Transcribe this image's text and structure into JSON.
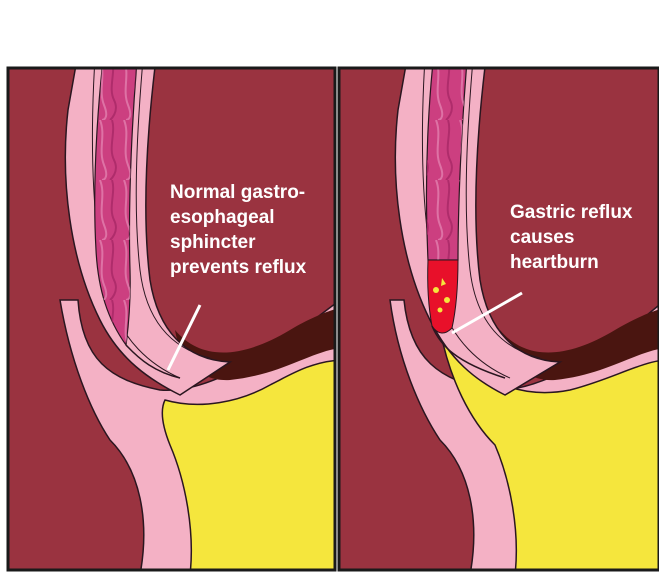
{
  "panels": [
    {
      "id": "normal",
      "label_lines": [
        "Normal gastro-",
        "esophageal",
        "sphincter",
        "prevents reflux"
      ]
    },
    {
      "id": "reflux",
      "label_lines": [
        "Gastric reflux",
        "causes",
        "heartburn"
      ]
    }
  ],
  "colors": {
    "body_cavity": "#9a3340",
    "wall_pink": "#f4b1c5",
    "lumen_magenta": "#cc3f80",
    "stomach_acid": "#f5e63d",
    "stomach_lining_dark": "#4a1510",
    "reflux_red": "#e8102a",
    "outline": "#2a1620"
  }
}
